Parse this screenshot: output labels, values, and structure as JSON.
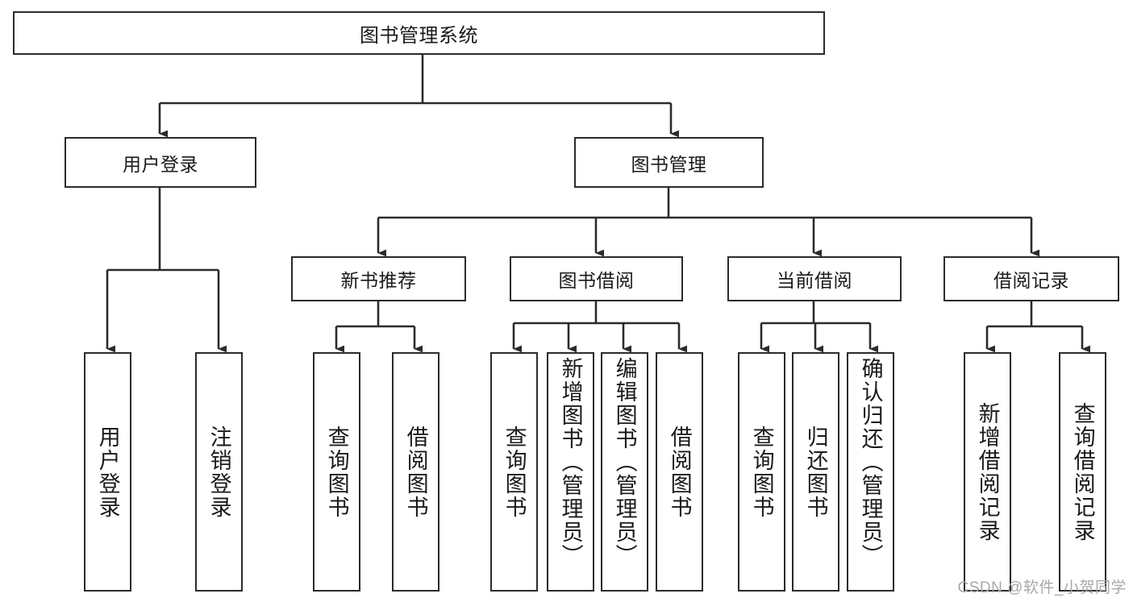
{
  "diagram": {
    "title": "图书管理系统",
    "type": "tree",
    "root": {
      "label": "图书管理系统"
    },
    "level2": [
      {
        "label": "用户登录"
      },
      {
        "label": "图书管理"
      }
    ],
    "level3": [
      {
        "label": "新书推荐"
      },
      {
        "label": "图书借阅"
      },
      {
        "label": "当前借阅"
      },
      {
        "label": "借阅记录"
      }
    ],
    "leaves": {
      "user_login": [
        {
          "label": "用户登录"
        },
        {
          "label": "注销登录"
        }
      ],
      "new_book": [
        {
          "label": "查询图书"
        },
        {
          "label": "借阅图书"
        }
      ],
      "book_borrow": [
        {
          "label": "查询图书"
        },
        {
          "label": "新增图书（管理员）"
        },
        {
          "label": "编辑图书（管理员）"
        },
        {
          "label": "借阅图书"
        }
      ],
      "current_borrow": [
        {
          "label": "查询图书"
        },
        {
          "label": "归还图书"
        },
        {
          "label": "确认归还（管理员）"
        }
      ],
      "borrow_record": [
        {
          "label": "新增借阅记录"
        },
        {
          "label": "查询借阅记录"
        }
      ]
    }
  },
  "watermark": {
    "text": "CSDN @软件_小贺同学"
  },
  "colors": {
    "stroke": "#2b2b2b",
    "background": "#ffffff",
    "text": "#1a1a1a",
    "watermark": "#a8a8a8"
  }
}
